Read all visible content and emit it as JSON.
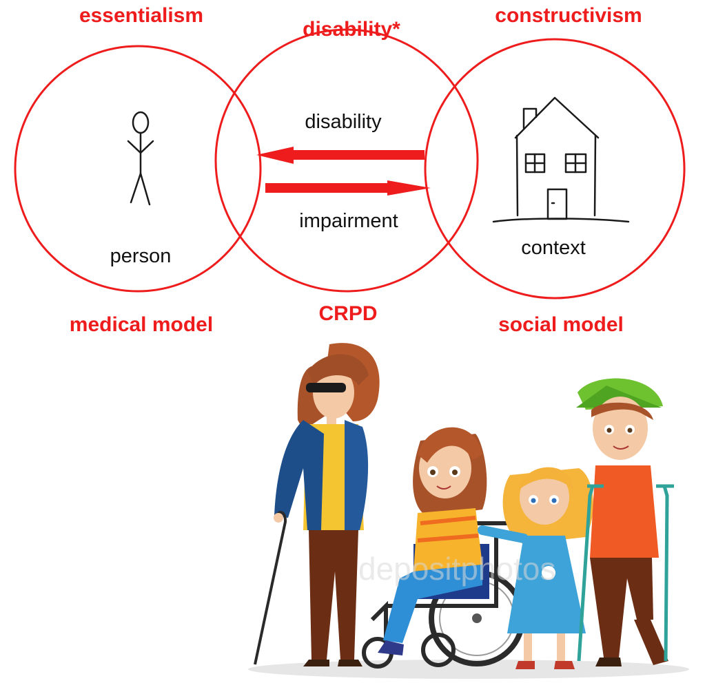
{
  "headings": {
    "essentialism": "essentialism",
    "disability_star": "disability*",
    "constructivism": "constructivism",
    "medical_model": "medical model",
    "crpd": "CRPD",
    "social_model": "social model"
  },
  "circles": {
    "left_label": "person",
    "middle_top_label": "disability",
    "middle_bottom_label": "impairment",
    "right_label": "context"
  },
  "watermark": "depositphotos",
  "colors": {
    "accent_red": "#ee1c1c",
    "text": "#111111"
  },
  "icons": [
    "stick-figure-icon",
    "house-icon",
    "arrow-left-icon",
    "arrow-right-icon"
  ]
}
